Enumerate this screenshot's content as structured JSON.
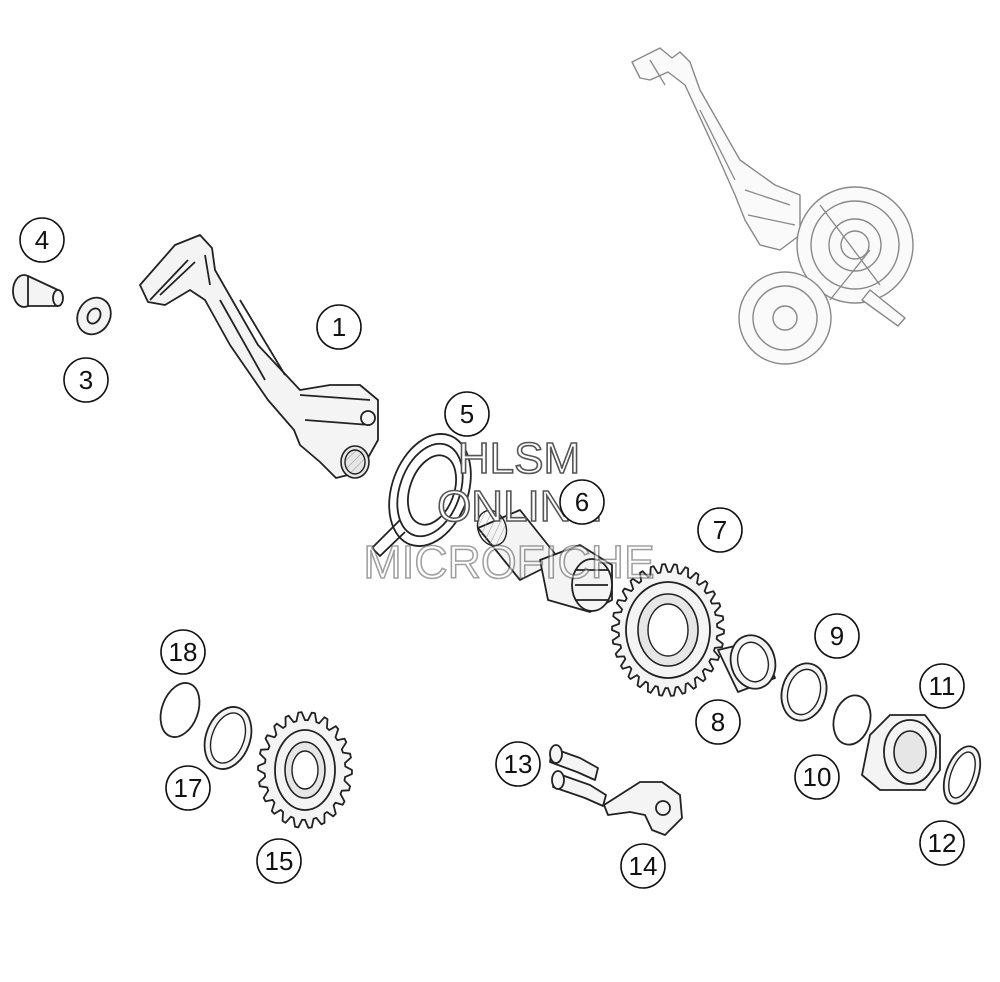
{
  "callouts": [
    {
      "id": "c1",
      "label": "1"
    },
    {
      "id": "c3",
      "label": "3"
    },
    {
      "id": "c4",
      "label": "4"
    },
    {
      "id": "c5",
      "label": "5"
    },
    {
      "id": "c6",
      "label": "6"
    },
    {
      "id": "c7",
      "label": "7"
    },
    {
      "id": "c8",
      "label": "8"
    },
    {
      "id": "c9",
      "label": "9"
    },
    {
      "id": "c10",
      "label": "10"
    },
    {
      "id": "c11",
      "label": "11"
    },
    {
      "id": "c12",
      "label": "12"
    },
    {
      "id": "c13",
      "label": "13"
    },
    {
      "id": "c14",
      "label": "14"
    },
    {
      "id": "c15",
      "label": "15"
    },
    {
      "id": "c17",
      "label": "17"
    },
    {
      "id": "c18",
      "label": "18"
    }
  ],
  "watermark": {
    "line1": "HLSM",
    "line2": "ONLINE",
    "line3": "MICROFICHE"
  }
}
